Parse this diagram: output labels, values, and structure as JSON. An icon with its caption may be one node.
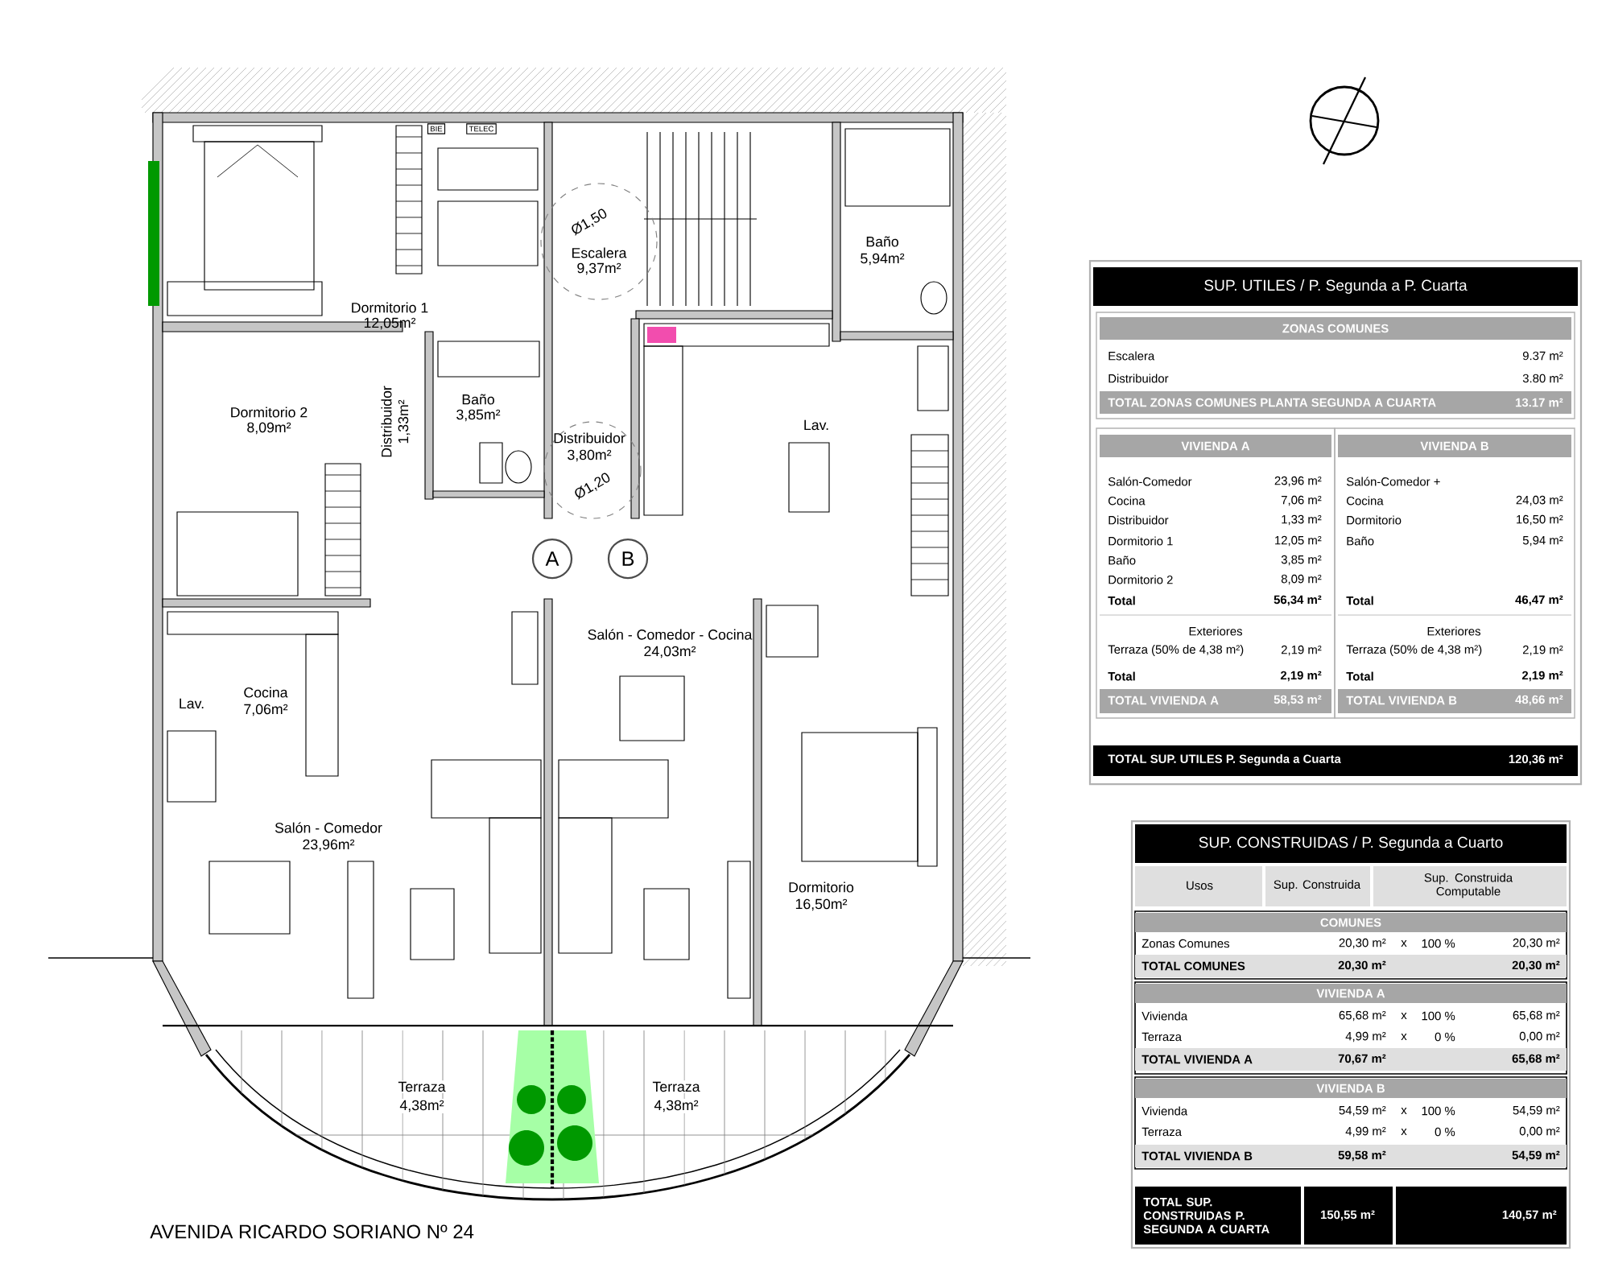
{
  "diagram": {
    "nodes": [
      {
        "text": [
          "A"
        ]
      },
      {
        "text": [
          "B"
        ]
      }
    ],
    "labels": [
      "BIE",
      "TELEC",
      "Dormitorio 1",
      "12,05m²",
      "Ø1,50",
      "Escalera",
      "9,37m²",
      "Baño",
      "5,94m²",
      "Dormitorio 2",
      "8,09m²",
      "Distribuidor",
      "1,33m²",
      "Baño",
      "3,85m²",
      "Distribuidor",
      "3,80m²",
      "Ø1,20",
      "Lav.",
      "Salón - Comedor - Cocina",
      "24,03m²",
      "Lav.",
      "Cocina",
      "7,06m²",
      "Salón - Comedor",
      "23,96m²",
      "Dormitorio",
      "16,50m²",
      "Terraza",
      "4,38m²",
      "Terraza",
      "4,38m²",
      "AVENIDA RICARDO SORIANO  Nº 24",
      "SUP. UTILES / P. Segunda a P. Cuarta",
      "ZONAS COMUNES",
      "Escalera",
      "9.37 m²",
      "Distribuidor",
      "3.80 m²",
      "TOTAL ZONAS COMUNES PLANTA SEGUNDA A CUARTA",
      "13.17 m²",
      "VIVIENDA A",
      "VIVIENDA B",
      "Salón-Comedor",
      "23,96 m²",
      "Salón-Comedor +",
      "Cocina",
      "7,06 m²",
      "Cocina",
      "24,03 m²",
      "Distribuidor",
      "1,33 m²",
      "Dormitorio",
      "16,50 m²",
      "Dormitorio 1",
      "12,05 m²",
      "Baño",
      "5,94 m²",
      "Baño",
      "3,85 m²",
      "Dormitorio 2",
      "8,09 m²",
      "Total",
      "56,34 m²",
      "Total",
      "46,47 m²",
      "Exteriores",
      "Exteriores",
      "Terraza (50% de 4,38 m²)",
      "2,19 m²",
      "Terraza (50% de 4,38 m²)",
      "2,19 m²",
      "Total",
      "2,19 m²",
      "Total",
      "2,19 m²",
      "TOTAL VIVIENDA A",
      "58,53 m²",
      "TOTAL VIVIENDA B",
      "48,66 m²",
      "TOTAL SUP. UTILES P. Segunda a Cuarta",
      "120,36 m²",
      "SUP. CONSTRUIDAS / P. Segunda a Cuarto",
      "Usos",
      "Sup. Construida",
      "Sup. Construida Computable",
      "COMUNES",
      "Zonas Comunes",
      "20,30 m²",
      "x",
      "100 %",
      "20,30 m²",
      "TOTAL COMUNES",
      "20,30 m²",
      "20,30 m²",
      "VIVIENDA A",
      "Vivienda",
      "65,68 m²",
      "x",
      "100 %",
      "65,68 m²",
      "Terraza",
      "4,99 m²",
      "x",
      "0 %",
      "0,00 m²",
      "TOTAL VIVIENDA A",
      "70,67 m²",
      "65,68 m²",
      "VIVIENDA B",
      "Vivienda",
      "54,59 m²",
      "x",
      "100 %",
      "54,59 m²",
      "Terraza",
      "4,99 m²",
      "x",
      "0 %",
      "0,00 m²",
      "TOTAL VIVIENDA B",
      "59,58 m²",
      "54,59 m²",
      "TOTAL SUP. CONSTRUIDAS P. SEGUNDA A CUARTA",
      "150,55 m²",
      "140,57 m²"
    ]
  }
}
